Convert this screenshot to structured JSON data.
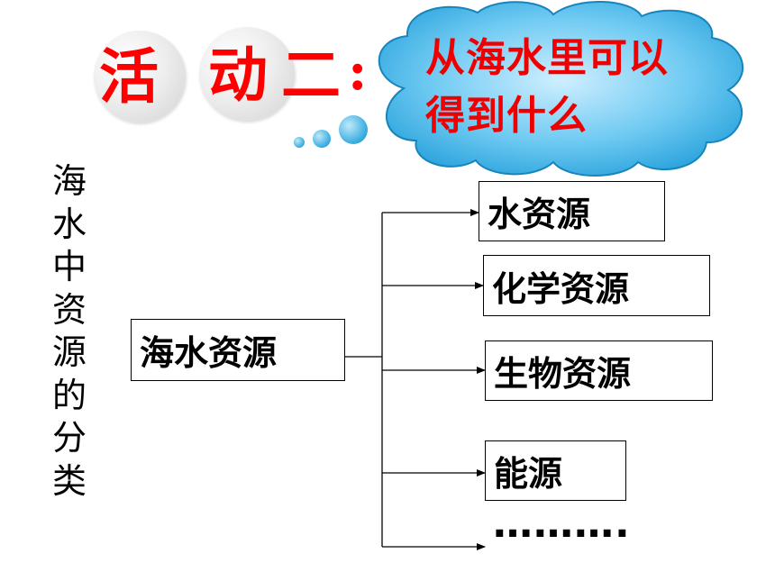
{
  "title": {
    "char1": "活",
    "char2": "动",
    "char3": "二",
    "colon": ":"
  },
  "cloud": {
    "line1": "从海水里可以",
    "line2": "得到什么"
  },
  "side_label": [
    "海",
    "水",
    "中",
    "资",
    "源",
    "的",
    "分",
    "类"
  ],
  "root": {
    "label": "海水资源"
  },
  "branches": [
    {
      "label": "水资源"
    },
    {
      "label": "化学资源"
    },
    {
      "label": "生物资源"
    },
    {
      "label": "能源"
    }
  ],
  "ellipsis": "………."
}
